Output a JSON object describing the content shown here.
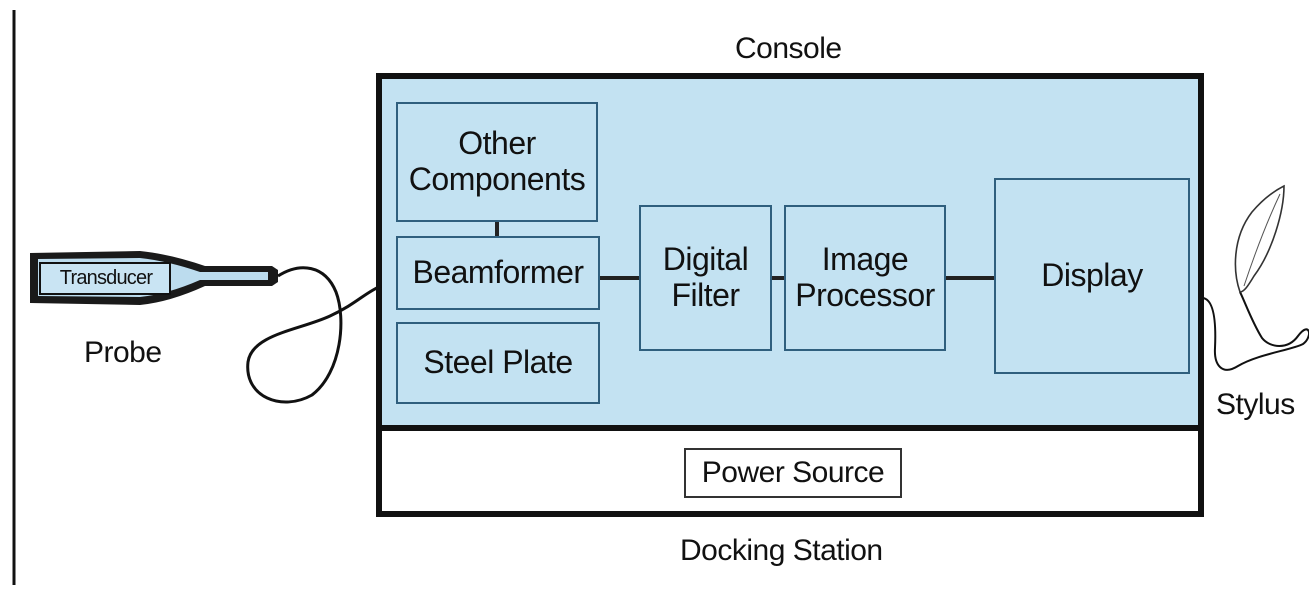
{
  "console": {
    "title": "Console"
  },
  "components": {
    "other": {
      "line1": "Other",
      "line2": "Components"
    },
    "beamformer": "Beamformer",
    "steel_plate": "Steel Plate",
    "digital_filter": {
      "line1": "Digital",
      "line2": "Filter"
    },
    "image_processor": {
      "line1": "Image",
      "line2": "Processor"
    },
    "display": "Display"
  },
  "probe": {
    "transducer": "Transducer",
    "label": "Probe"
  },
  "stylus": {
    "label": "Stylus"
  },
  "docking_station": {
    "power_source": "Power Source",
    "label": "Docking Station"
  },
  "colors": {
    "console_fill": "#c3e2f2",
    "outline": "#111111",
    "box_border": "#2f5f7e"
  }
}
